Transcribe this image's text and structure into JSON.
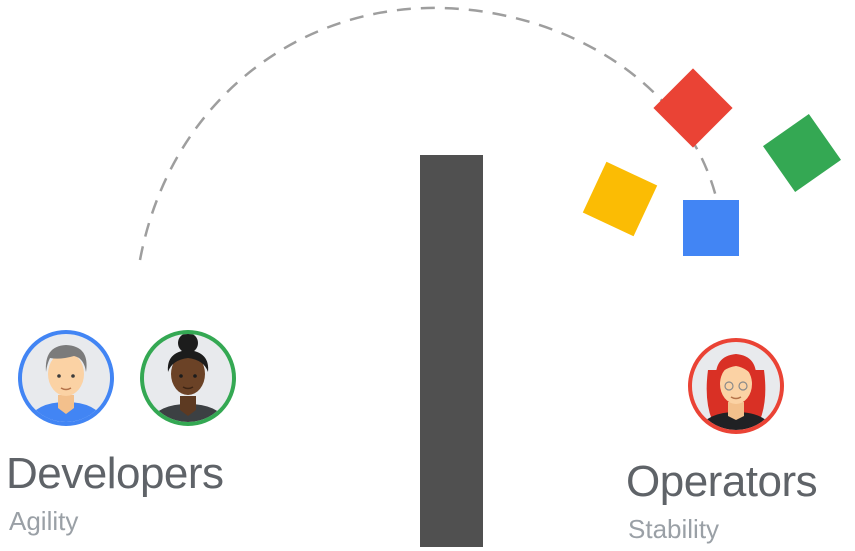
{
  "developers": {
    "title": "Developers",
    "subtitle": "Agility",
    "avatars": [
      {
        "name": "developer-man-avatar",
        "ring_color": "#4285F4"
      },
      {
        "name": "developer-woman-avatar",
        "ring_color": "#34A853"
      }
    ]
  },
  "operators": {
    "title": "Operators",
    "subtitle": "Stability",
    "avatars": [
      {
        "name": "operator-woman-avatar",
        "ring_color": "#EA4335"
      }
    ]
  },
  "wall": {
    "color": "#505050"
  },
  "arc": {
    "color": "#9e9e9e",
    "style": "dashed"
  },
  "blocks": [
    {
      "name": "red-block",
      "color": "#EA4335"
    },
    {
      "name": "green-block",
      "color": "#34A853"
    },
    {
      "name": "yellow-block",
      "color": "#FBBC04"
    },
    {
      "name": "blue-block",
      "color": "#4285F4"
    }
  ]
}
